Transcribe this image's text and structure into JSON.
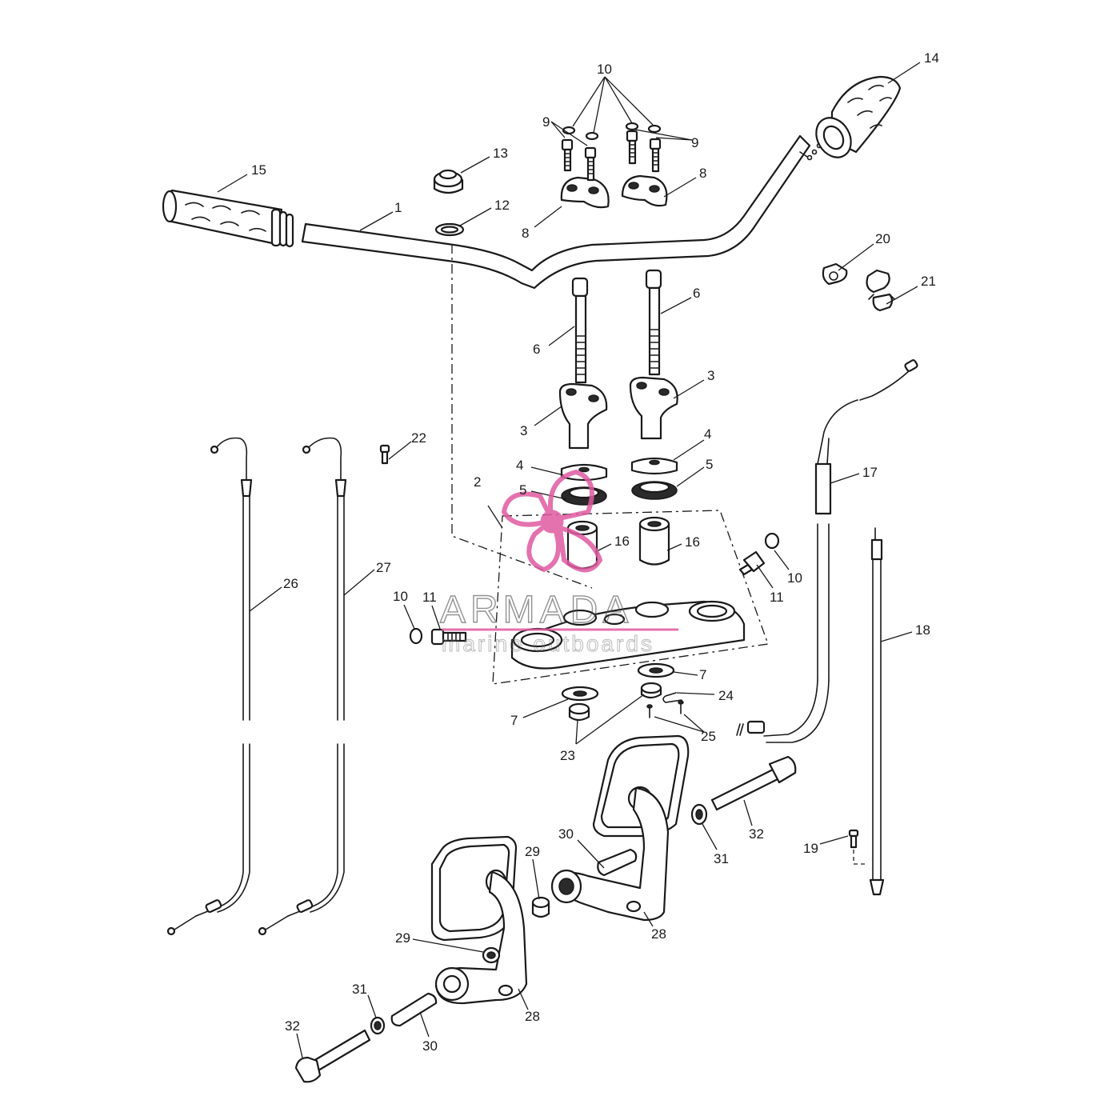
{
  "watermark": {
    "brand": "ARMADA",
    "tagline": "marine outboards",
    "color": "#e05aa0"
  },
  "callouts": [
    {
      "id": "c1",
      "text": "1"
    },
    {
      "id": "c2",
      "text": "2"
    },
    {
      "id": "c3a",
      "text": "3"
    },
    {
      "id": "c3b",
      "text": "3"
    },
    {
      "id": "c4a",
      "text": "4"
    },
    {
      "id": "c4b",
      "text": "4"
    },
    {
      "id": "c5a",
      "text": "5"
    },
    {
      "id": "c5b",
      "text": "5"
    },
    {
      "id": "c6a",
      "text": "6"
    },
    {
      "id": "c6b",
      "text": "6"
    },
    {
      "id": "c7a",
      "text": "7"
    },
    {
      "id": "c7b",
      "text": "7"
    },
    {
      "id": "c8a",
      "text": "8"
    },
    {
      "id": "c8b",
      "text": "8"
    },
    {
      "id": "c9a",
      "text": "9"
    },
    {
      "id": "c9b",
      "text": "9"
    },
    {
      "id": "c10a",
      "text": "10"
    },
    {
      "id": "c10b",
      "text": "10"
    },
    {
      "id": "c10c",
      "text": "10"
    },
    {
      "id": "c11a",
      "text": "11"
    },
    {
      "id": "c11b",
      "text": "11"
    },
    {
      "id": "c12",
      "text": "12"
    },
    {
      "id": "c13",
      "text": "13"
    },
    {
      "id": "c14",
      "text": "14"
    },
    {
      "id": "c15",
      "text": "15"
    },
    {
      "id": "c16a",
      "text": "16"
    },
    {
      "id": "c16b",
      "text": "16"
    },
    {
      "id": "c17",
      "text": "17"
    },
    {
      "id": "c18",
      "text": "18"
    },
    {
      "id": "c19",
      "text": "19"
    },
    {
      "id": "c20",
      "text": "20"
    },
    {
      "id": "c21",
      "text": "21"
    },
    {
      "id": "c22",
      "text": "22"
    },
    {
      "id": "c23",
      "text": "23"
    },
    {
      "id": "c24",
      "text": "24"
    },
    {
      "id": "c25",
      "text": "25"
    },
    {
      "id": "c26",
      "text": "26"
    },
    {
      "id": "c27",
      "text": "27"
    },
    {
      "id": "c28a",
      "text": "28"
    },
    {
      "id": "c28b",
      "text": "28"
    },
    {
      "id": "c29a",
      "text": "29"
    },
    {
      "id": "c29b",
      "text": "29"
    },
    {
      "id": "c30a",
      "text": "30"
    },
    {
      "id": "c30b",
      "text": "30"
    },
    {
      "id": "c31a",
      "text": "31"
    },
    {
      "id": "c31b",
      "text": "31"
    },
    {
      "id": "c32a",
      "text": "32"
    },
    {
      "id": "c32b",
      "text": "32"
    }
  ]
}
